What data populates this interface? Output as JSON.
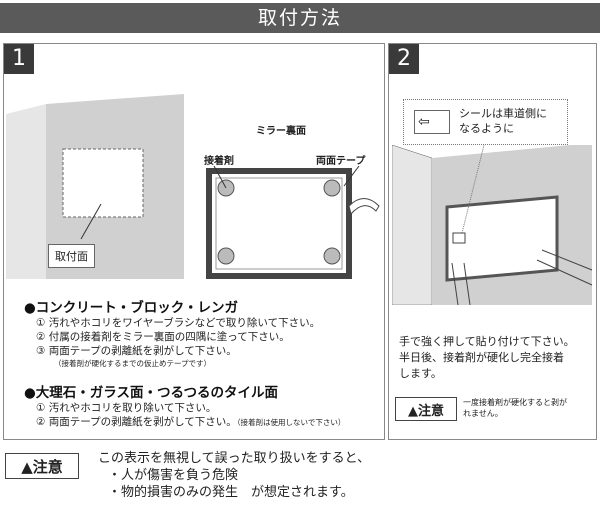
{
  "title": "取付方法",
  "step1": {
    "number": "1",
    "mount_surface_label": "取付面",
    "mirror_back_label": "ミラー裏面",
    "adhesive_label": "接着剤",
    "tape_label": "両面テープ",
    "section_a": {
      "heading": "●コンクリート・ブロック・レンガ",
      "items": [
        "① 汚れやホコリをワイヤーブラシなどで取り除いて下さい。",
        "② 付属の接着剤をミラー裏面の四隅に塗って下さい。",
        "③ 両面テープの剥離紙を剥がして下さい。"
      ],
      "note": "（接着剤が硬化するまでの仮止めテープです）"
    },
    "section_b": {
      "heading": "●大理石・ガラス面・つるつるのタイル面",
      "items": [
        "① 汚れやホコリを取り除いて下さい。",
        "② 両面テープの剥離紙を剥がして下さい。"
      ],
      "note": "（接着剤は使用しないで下さい）"
    }
  },
  "step2": {
    "number": "2",
    "callout": [
      "シールは車道側に",
      "なるように"
    ],
    "instructions": [
      "手で強く押して貼り付けて下さい。",
      "半日後、接着剤が硬化し完全接着",
      "します。"
    ],
    "caution_label": "▲注意",
    "caution_text": [
      "一度接着剤が硬化すると剥が",
      "れません。"
    ]
  },
  "footer": {
    "caution_label": "▲注意",
    "lines": [
      "この表示を無視して誤った取り扱いをすると、",
      "・人が傷害を負う危険",
      "・物的損害のみの発生　が想定されます。"
    ]
  }
}
